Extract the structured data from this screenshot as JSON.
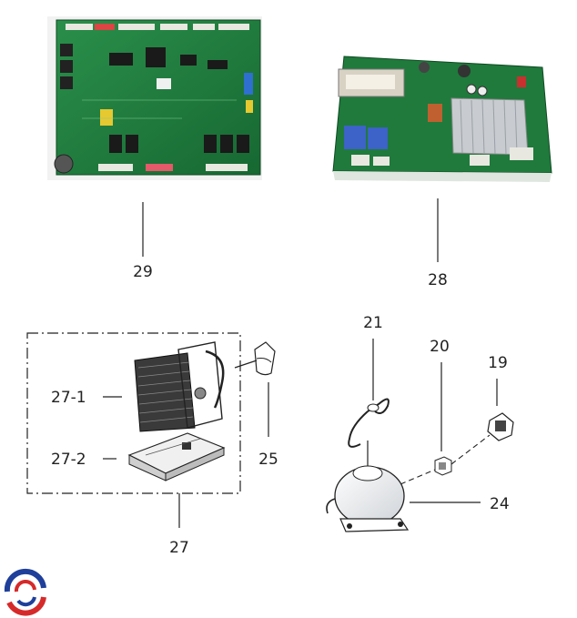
{
  "parts": {
    "p29": {
      "label": "29"
    },
    "p28": {
      "label": "28"
    },
    "p27": {
      "label": "27"
    },
    "p27_1": {
      "label": "27-1"
    },
    "p27_2": {
      "label": "27-2"
    },
    "p25": {
      "label": "25"
    },
    "p24": {
      "label": "24"
    },
    "p21": {
      "label": "21"
    },
    "p20": {
      "label": "20"
    },
    "p19": {
      "label": "19"
    }
  },
  "colors": {
    "pcb_green": "#1e7a3c",
    "pcb_dark": "#145a2b",
    "heatsink": "#c8ccd0",
    "logo_blue": "#1f3f9a",
    "logo_red": "#d62a2a"
  },
  "logo": {
    "icon": "company-logo-icon"
  }
}
